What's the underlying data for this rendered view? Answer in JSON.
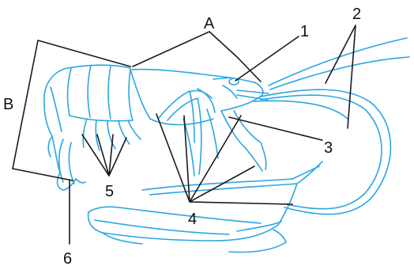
{
  "diagram": {
    "labels": {
      "a": "A",
      "b": "B",
      "n1": "1",
      "n2": "2",
      "n3": "3",
      "n4": "4",
      "n5": "5",
      "n6": "6"
    }
  },
  "colors": {
    "body": "#2aa7e1",
    "pointer": "#1a1a1a",
    "background": "#ffffff"
  }
}
